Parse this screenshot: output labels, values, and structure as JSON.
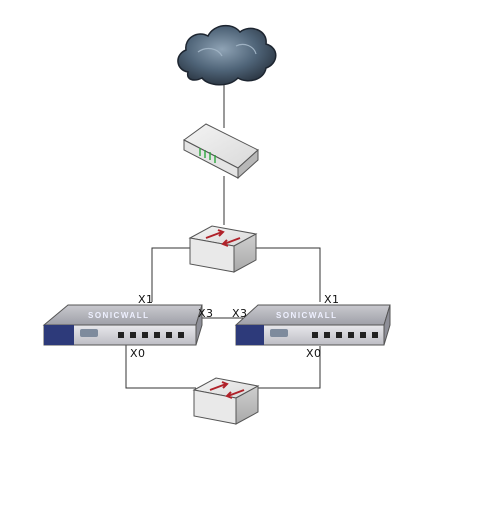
{
  "diagram": {
    "nodes": [
      {
        "id": "internet",
        "icon": "cloud-icon"
      },
      {
        "id": "modem",
        "icon": "router-modem-icon"
      },
      {
        "id": "switch-top",
        "icon": "network-switch-icon"
      },
      {
        "id": "firewall-left",
        "icon": "sonicwall-appliance-icon",
        "brand": "SONICWALL"
      },
      {
        "id": "firewall-right",
        "icon": "sonicwall-appliance-icon",
        "brand": "SONICWALL"
      },
      {
        "id": "switch-bottom",
        "icon": "network-switch-icon"
      }
    ],
    "port_labels": {
      "left_x1": "X1",
      "right_x1": "X1",
      "left_x3": "X3",
      "right_x3": "X3",
      "left_x0": "X0",
      "right_x0": "X0"
    }
  }
}
